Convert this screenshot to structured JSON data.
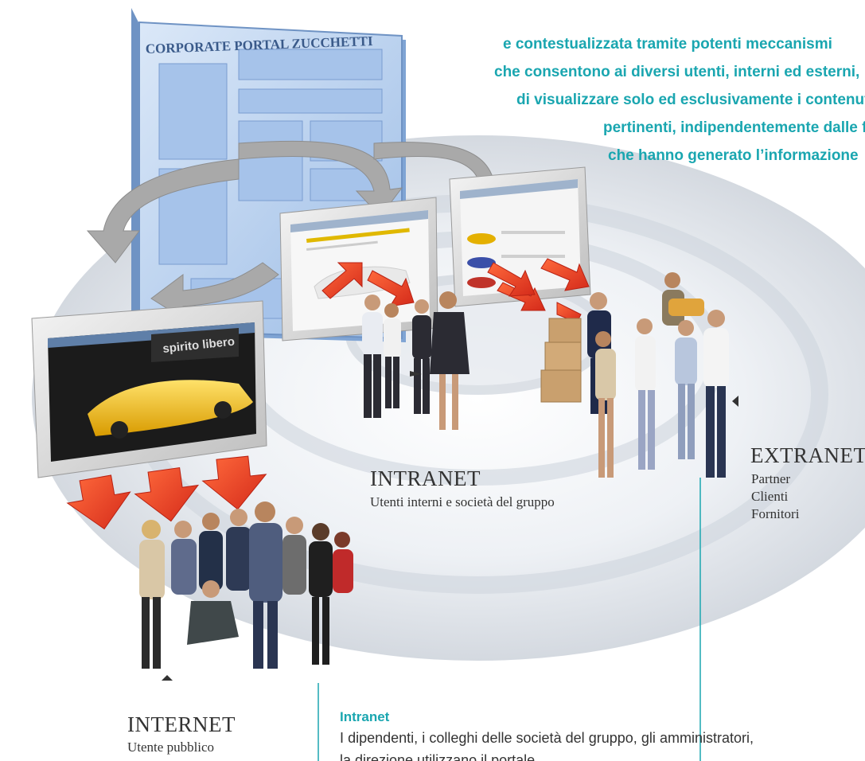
{
  "portal": {
    "title": "CORPORATE PORTAL ZUCCHETTI",
    "banner_text": "spirito libero"
  },
  "quote_lines": [
    "e contestualizzata tramite potenti meccanismi",
    "che consentono ai diversi utenti, interni ed esterni,",
    "di visualizzare solo ed esclusivamente i contenuti",
    "pertinenti, indipendentemente dalle fonti",
    "che hanno generato l’informazione"
  ],
  "zones": {
    "intranet": {
      "title": "INTRANET",
      "subtitle": "Utenti interni e società del gruppo"
    },
    "extranet": {
      "title": "EXTRANET",
      "items": [
        "Partner",
        "Clienti",
        "Fornitori"
      ]
    },
    "internet": {
      "title": "INTERNET",
      "subtitle": "Utente pubblico"
    }
  },
  "section": {
    "heading": "Intranet",
    "body": "I dipendenti, i colleghi delle società del gruppo, gli amministratori, la direzione utilizzano il portale"
  },
  "colors": {
    "accent": "#1aa6b0",
    "text": "#333333",
    "portal_blue": "#a8c6ea",
    "arrow_red": "#e8402a",
    "arrow_gray": "#a9a9a9"
  }
}
